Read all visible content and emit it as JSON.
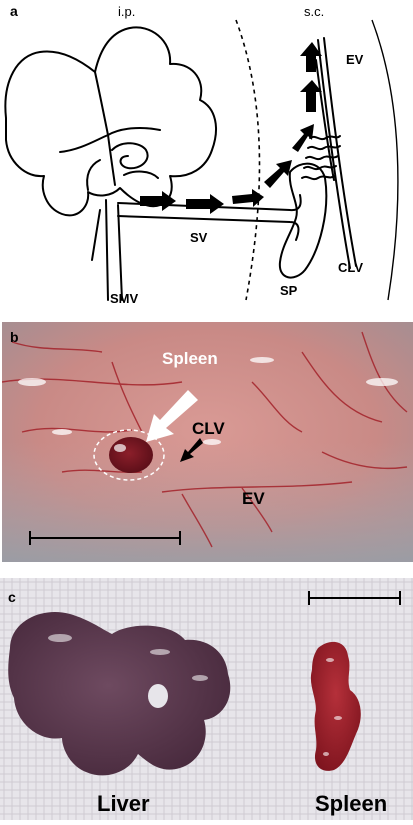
{
  "panel_a": {
    "letter": "a",
    "header_left": "i.p.",
    "header_right": "s.c.",
    "labels": {
      "ev": "EV",
      "sv": "SV",
      "smv": "SMV",
      "sp": "SP",
      "clv": "CLV"
    }
  },
  "panel_b": {
    "letter": "b",
    "spleen_label": "Spleen",
    "clv_label": "CLV",
    "ev_label": "EV",
    "colors": {
      "tissue": "#c98a86",
      "vessel": "#a3222a",
      "highlight": "#ffffff"
    }
  },
  "panel_c": {
    "letter": "c",
    "liver_label": "Liver",
    "spleen_label": "Spleen",
    "colors": {
      "liver": "#5a3a4e",
      "spleen": "#9a1f27",
      "background": "#e6e4e8"
    }
  }
}
